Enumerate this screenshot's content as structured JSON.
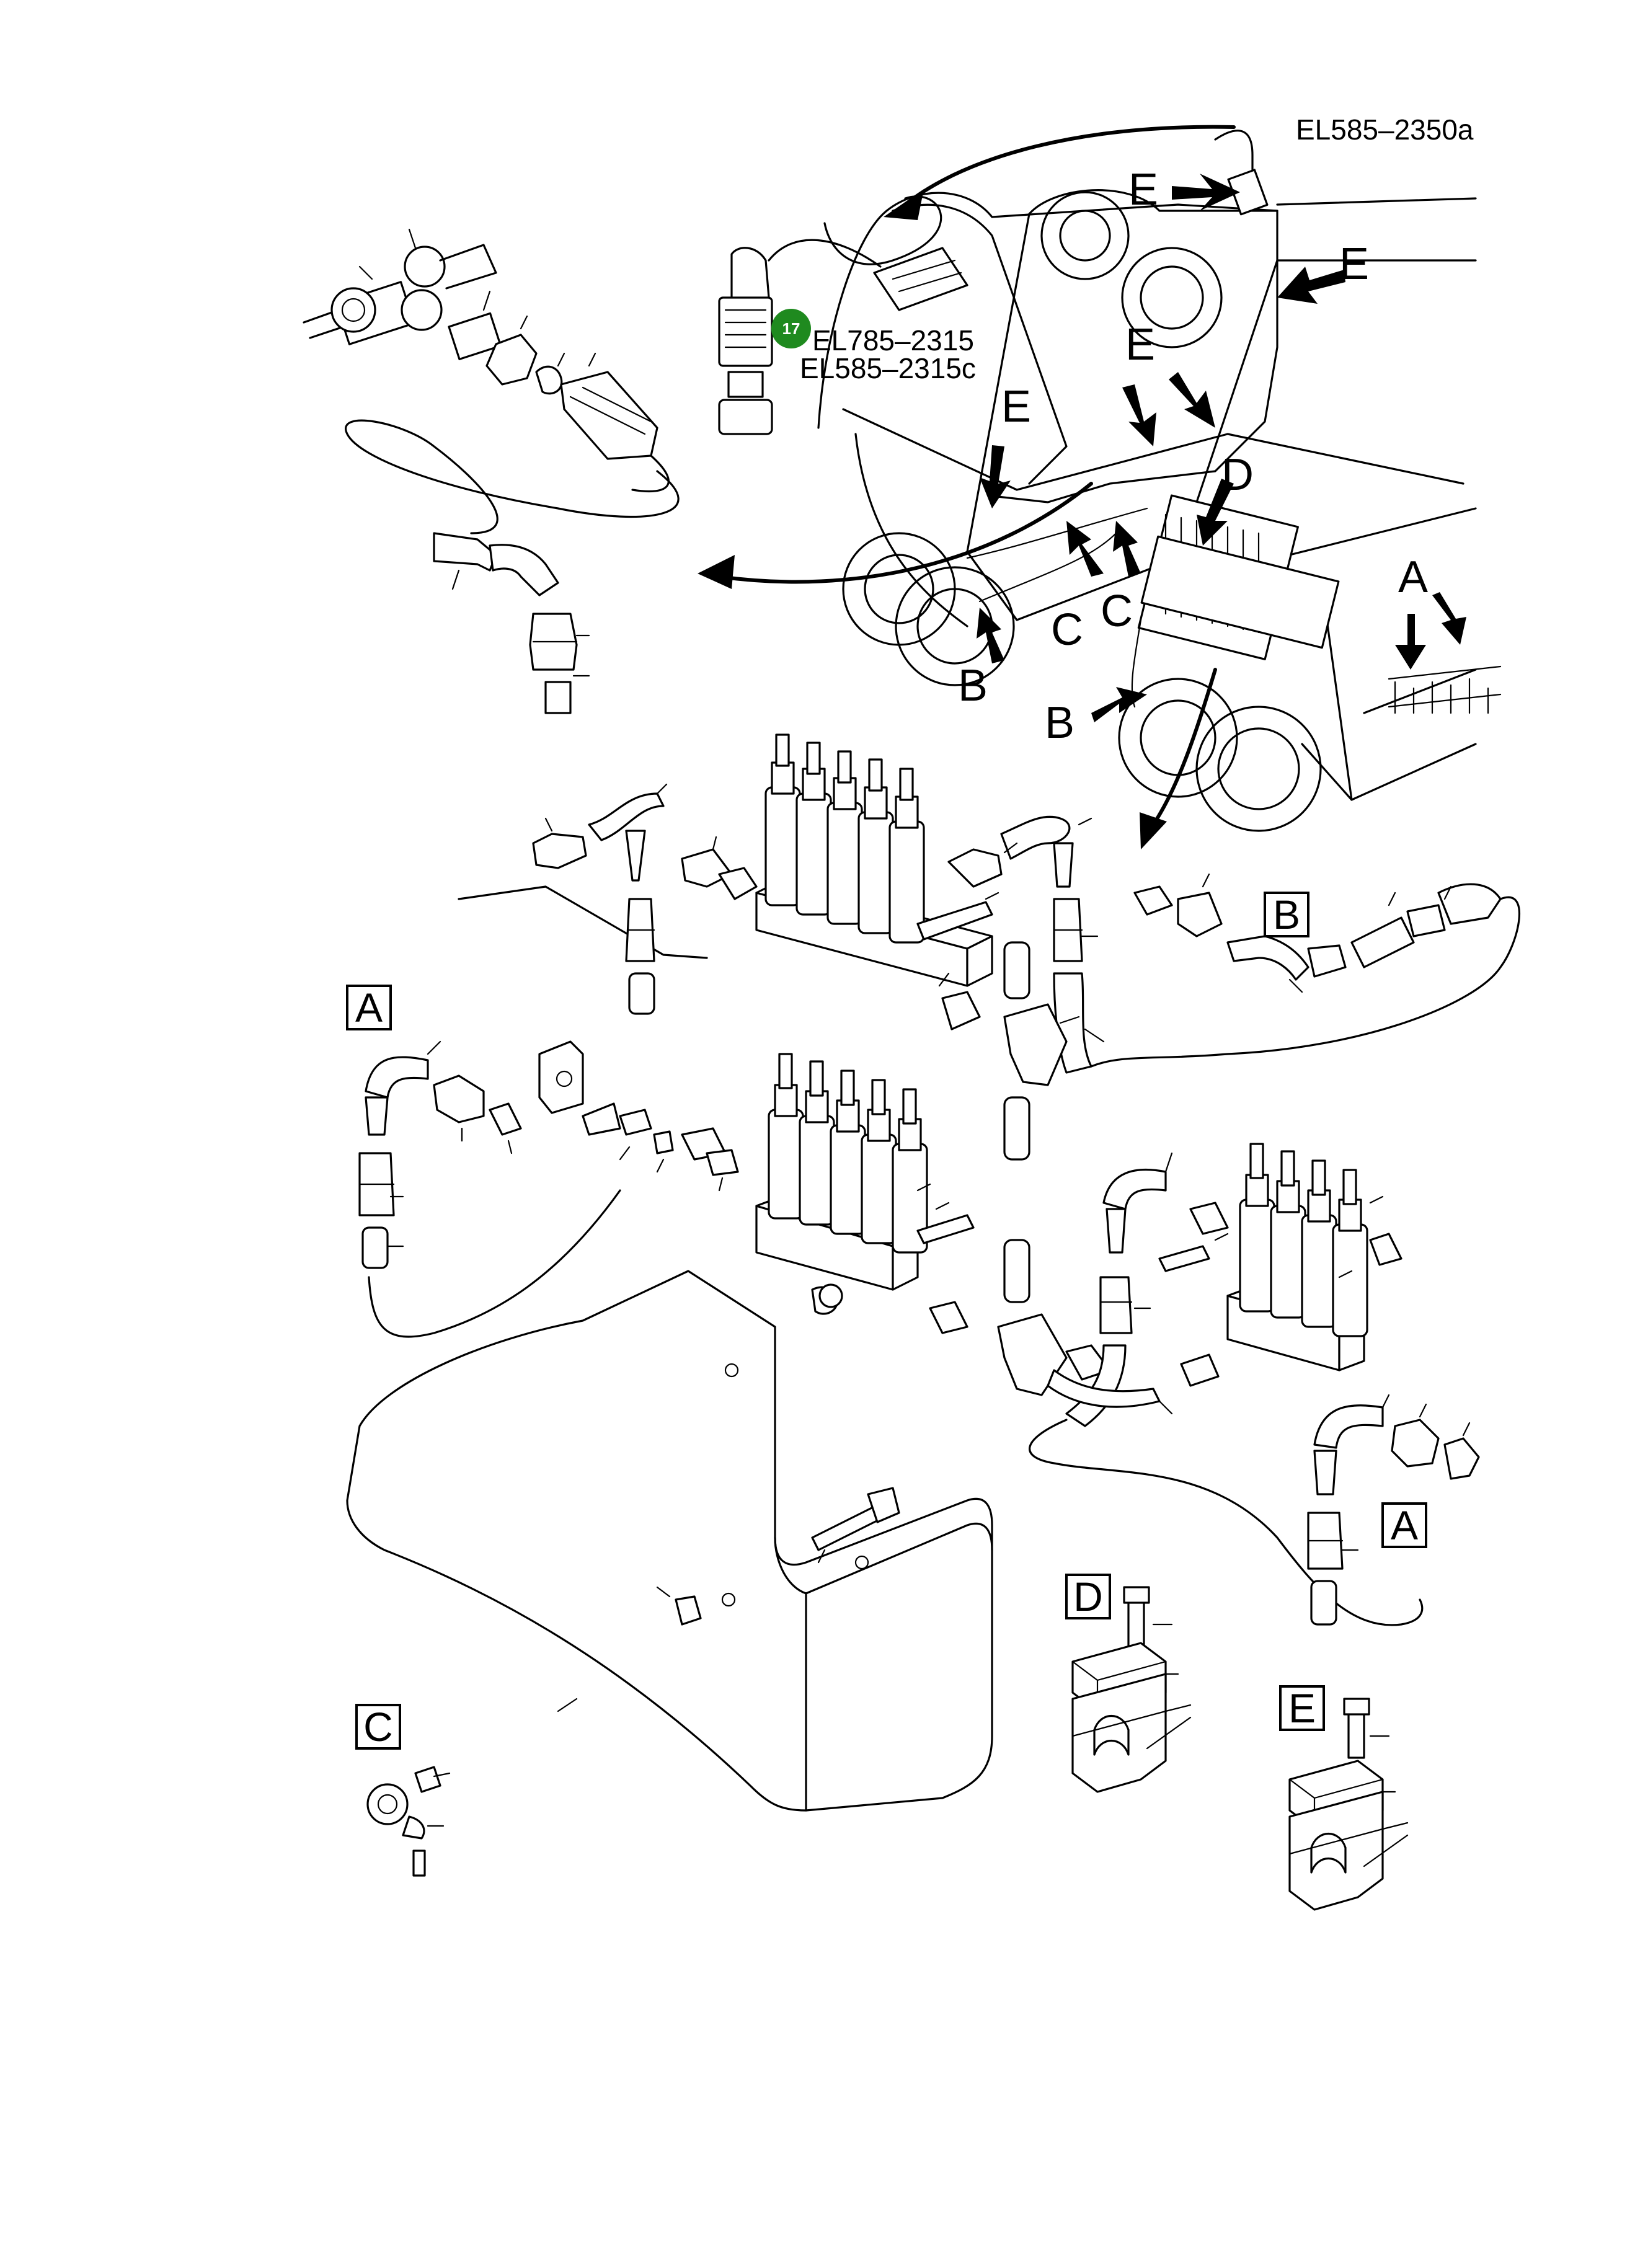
{
  "part_codes": {
    "top_right": "EL585–2350a",
    "center_1": "EL785–2315",
    "center_2": "EL585–2315c"
  },
  "callout": {
    "number": "17",
    "color": "#1f8a1f"
  },
  "view_refs": {
    "A": "A",
    "B": "B",
    "C": "C",
    "D": "D",
    "E": "E"
  },
  "detail_boxes": {
    "A": "A",
    "B": "B",
    "C": "C",
    "D": "D",
    "E": "E"
  },
  "colors": {
    "ink": "#000000",
    "paper": "#ffffff"
  }
}
